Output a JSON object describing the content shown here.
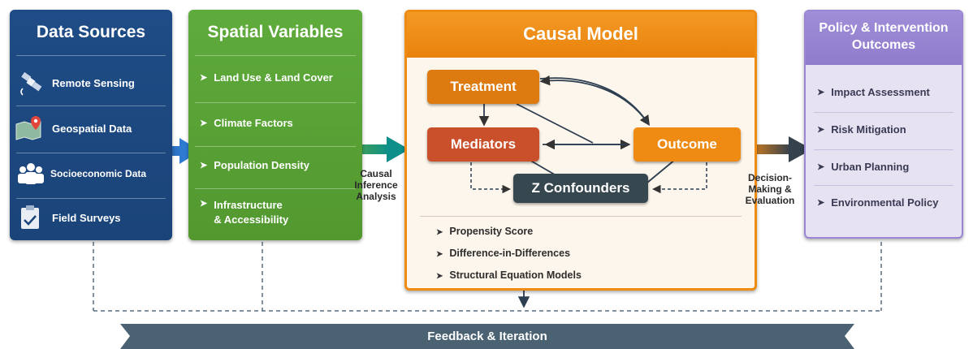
{
  "data_sources": {
    "title": "Data Sources",
    "items": [
      {
        "label": "Remote Sensing",
        "icon": "satellite-icon"
      },
      {
        "label": "Geospatial Data",
        "icon": "map-pin-icon"
      },
      {
        "label": "Socioeconomic Data",
        "icon": "people-icon"
      },
      {
        "label": "Field Surveys",
        "icon": "clipboard-icon"
      }
    ]
  },
  "spatial_variables": {
    "title": "Spatial Variables",
    "items": [
      "Land Use & Land Cover",
      "Climate Factors",
      "Population Density",
      "Infrastructure\n& Accessibility"
    ]
  },
  "causal_model": {
    "title": "Causal Model",
    "nodes": {
      "treatment": "Treatment",
      "mediators": "Mediators",
      "outcome": "Outcome",
      "confounders": "Z Confounders"
    },
    "methods": [
      "Propensity Score",
      "Difference-in-Differences",
      "Structural Equation Models"
    ]
  },
  "policy": {
    "title": "Policy & Intervention\nOutcomes",
    "items": [
      "Impact Assessment",
      "Risk Mitigation",
      "Urban Planning",
      "Environmental Policy"
    ]
  },
  "connectors": {
    "causal_inference": "Causal\nInference\nAnalysis",
    "decision_making": "Decision-\nMaking &\nEvaluation"
  },
  "feedback": "Feedback & Iteration",
  "colors": {
    "blue": "#1d4f8c",
    "green": "#5ea83a",
    "orange": "#ef8a13",
    "purple": "#9a86d4",
    "dark": "#37474f",
    "node_orange": "#dd7a10",
    "node_red": "#c9502a",
    "banner": "#4a6272"
  }
}
